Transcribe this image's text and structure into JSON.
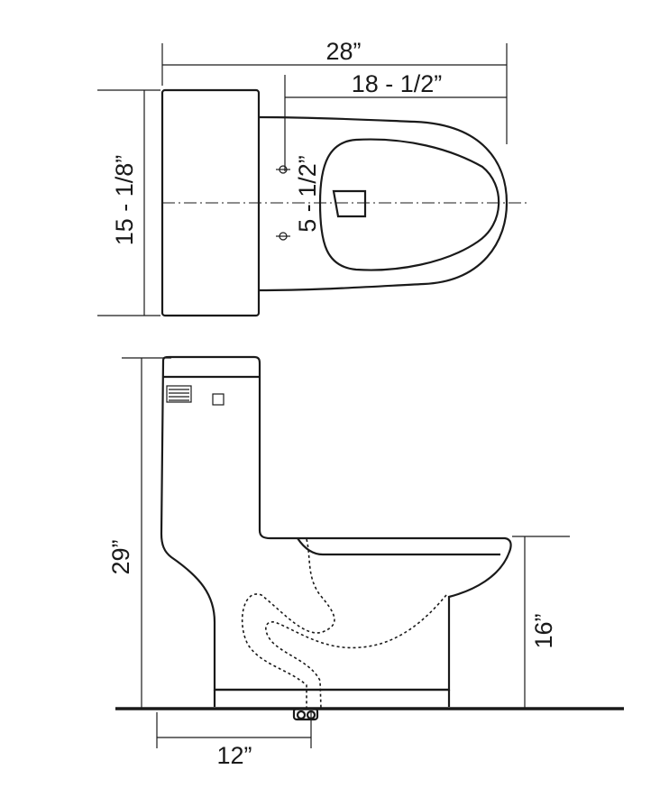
{
  "dimensions": {
    "total_length": "28”",
    "bowl_length": "18 - 1/2”",
    "tank_width": "15 - 1/8”",
    "mounting_spacing": "5 - 1/2”",
    "total_height": "29”",
    "seat_height": "16”",
    "rough_in": "12”"
  }
}
